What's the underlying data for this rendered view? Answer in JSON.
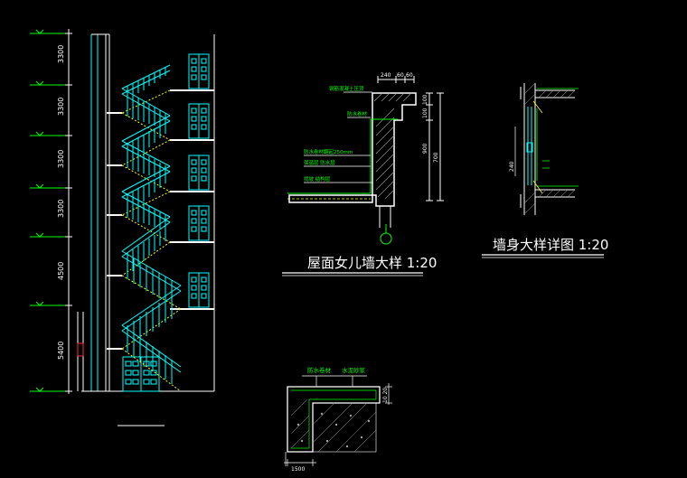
{
  "colors": {
    "background": "#000000",
    "cyan": "#00ffff",
    "white": "#ffffff",
    "green": "#00ff00",
    "yellow": "#ffff00",
    "grey": "#a0a0a0",
    "red": "#ff3030"
  },
  "stair_section": {
    "floor_heights": [
      "3300",
      "3300",
      "3300",
      "3300",
      "4500",
      "5400"
    ]
  },
  "parapet_detail": {
    "title": "屋面女儿墙大样 1:20",
    "dims_top": [
      "240",
      "60",
      "60"
    ],
    "dims_right": [
      "100",
      "100",
      "900",
      "700"
    ],
    "notes": [
      "钢筋混凝土压顶",
      "防水卷材",
      "防水卷材翻起250mm",
      "保温层 防水层",
      "找坡 结构层"
    ]
  },
  "wall_detail": {
    "title": "墙身大样详图 1:20",
    "dim": "240"
  },
  "eave_detail": {
    "notes": [
      "防水卷材",
      "水泥砂浆"
    ],
    "dim_right": "10 20",
    "dim_bottom": "1500"
  }
}
